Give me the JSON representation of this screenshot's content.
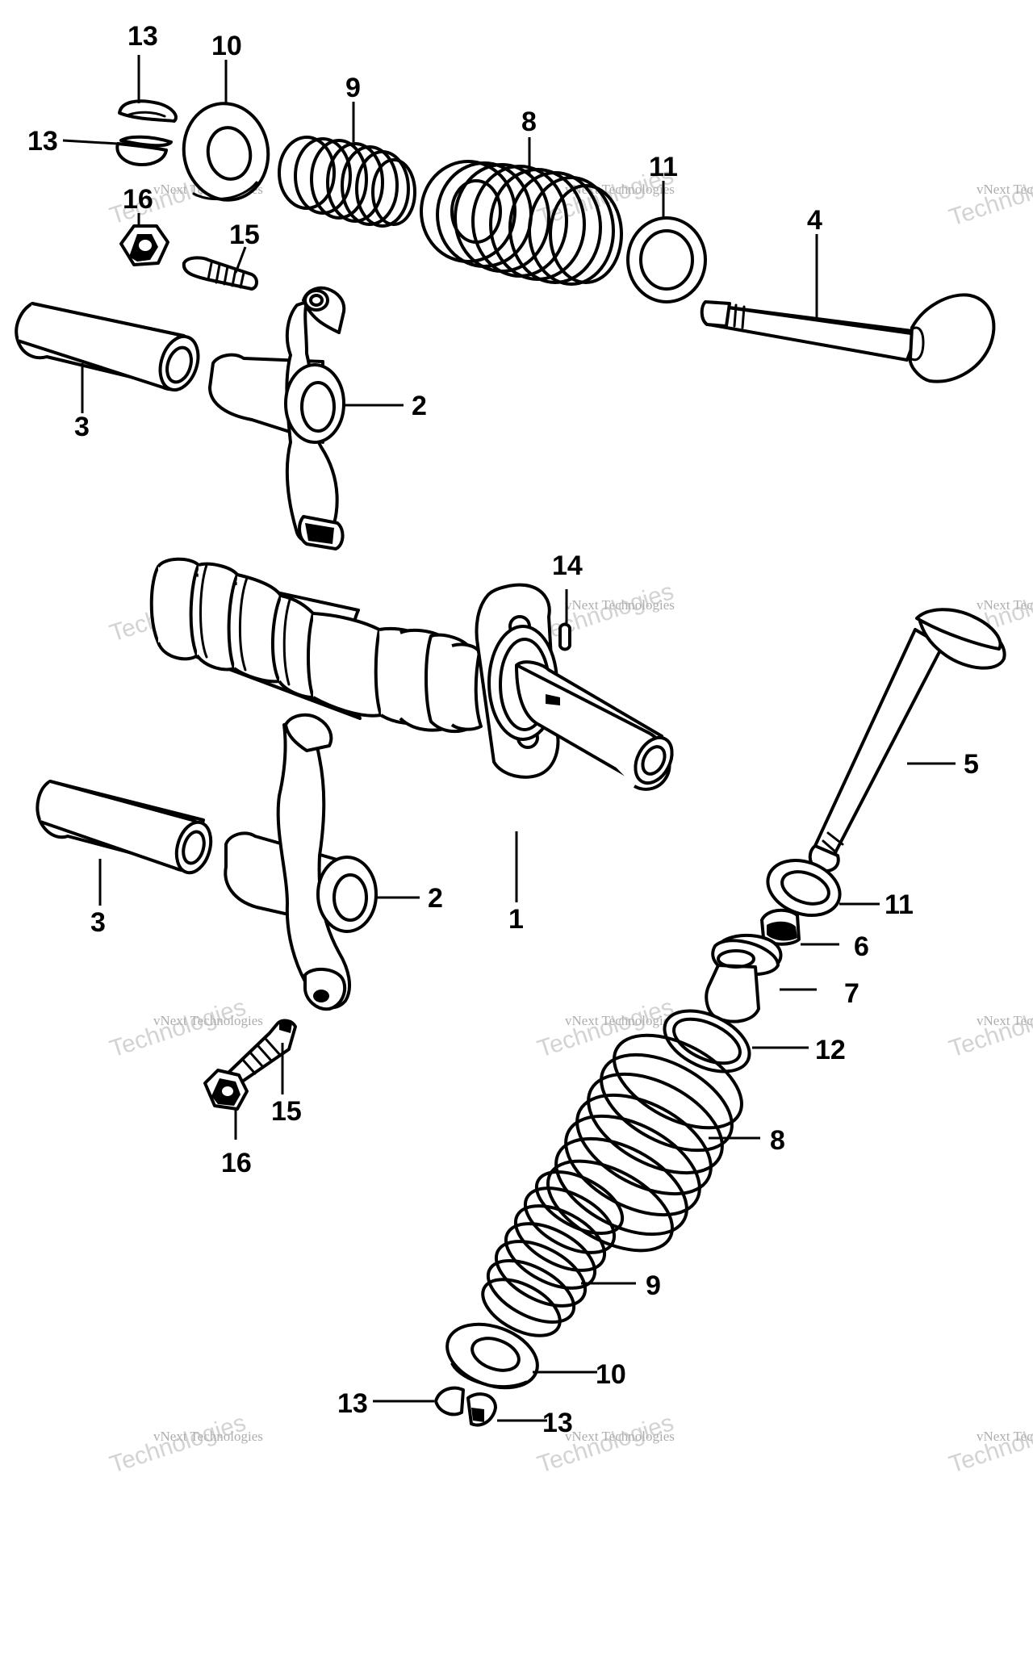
{
  "diagram": {
    "callouts": [
      {
        "id": "c1",
        "label": "13"
      },
      {
        "id": "c2",
        "label": "10"
      },
      {
        "id": "c3",
        "label": "9"
      },
      {
        "id": "c4",
        "label": "8"
      },
      {
        "id": "c5",
        "label": "11"
      },
      {
        "id": "c6",
        "label": "13"
      },
      {
        "id": "c7",
        "label": "16"
      },
      {
        "id": "c8",
        "label": "15"
      },
      {
        "id": "c9",
        "label": "4"
      },
      {
        "id": "c10",
        "label": "3"
      },
      {
        "id": "c11",
        "label": "2"
      },
      {
        "id": "c12",
        "label": "14"
      },
      {
        "id": "c13",
        "label": "5"
      },
      {
        "id": "c14",
        "label": "3"
      },
      {
        "id": "c15",
        "label": "2"
      },
      {
        "id": "c16",
        "label": "1"
      },
      {
        "id": "c17",
        "label": "11"
      },
      {
        "id": "c18",
        "label": "6"
      },
      {
        "id": "c19",
        "label": "7"
      },
      {
        "id": "c20",
        "label": "15"
      },
      {
        "id": "c21",
        "label": "12"
      },
      {
        "id": "c22",
        "label": "16"
      },
      {
        "id": "c23",
        "label": "8"
      },
      {
        "id": "c24",
        "label": "9"
      },
      {
        "id": "c25",
        "label": "10"
      },
      {
        "id": "c26",
        "label": "13"
      },
      {
        "id": "c27",
        "label": "13"
      }
    ],
    "watermark": {
      "line1": "vNext Technologies",
      "line2": "vNext",
      "line3": "Technologies"
    }
  }
}
